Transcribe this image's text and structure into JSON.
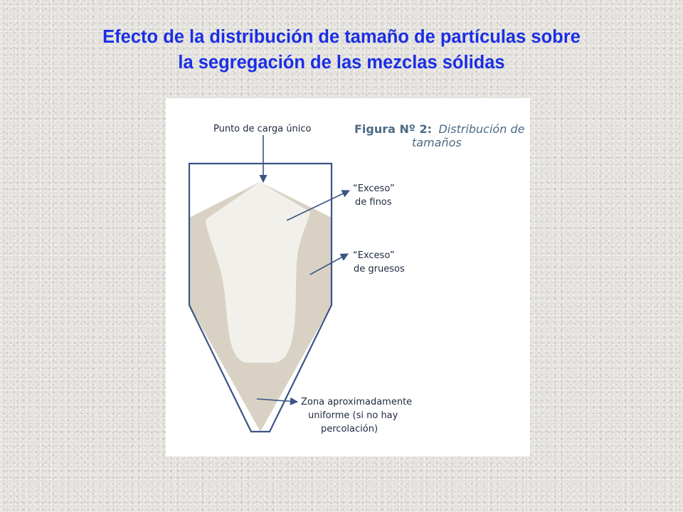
{
  "slide": {
    "title_line1": "Efecto de la distribución de tamaño de partículas sobre",
    "title_line2": "la segregación de las mezclas sólidas"
  },
  "figure": {
    "caption_number": "Figura Nº 2:",
    "caption_text_line1": "Distribución de",
    "caption_text_line2": "tamaños",
    "labels": {
      "feed_point": "Punto de carga único",
      "fines_line1": "“Exceso”",
      "fines_line2": "de finos",
      "coarse_line1": "“Exceso”",
      "coarse_line2": "de gruesos",
      "uniform_line1": "Zona aproximadamente",
      "uniform_line2": "uniforme (si no hay",
      "uniform_line3": "percolación)"
    },
    "colors": {
      "outline": "#3a5584",
      "fines_region": "#f2f0ea",
      "coarse_region": "#d9d2c4",
      "caption": "#4d6a86",
      "title": "#1a2ee6"
    }
  }
}
